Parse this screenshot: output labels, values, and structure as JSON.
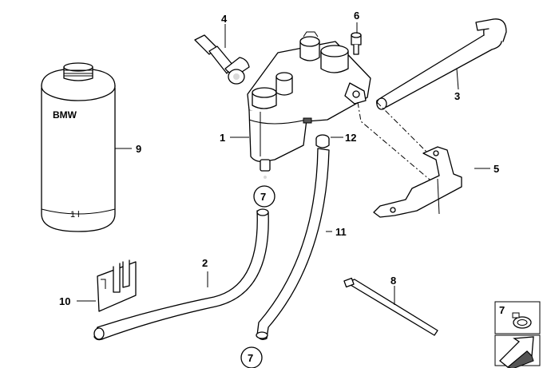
{
  "canister": {
    "brand": "BMW",
    "volume": "1 l"
  },
  "part_labels": [
    {
      "id": "label-4",
      "text": "4"
    },
    {
      "id": "label-6",
      "text": "6"
    },
    {
      "id": "label-3",
      "text": "3"
    },
    {
      "id": "label-1",
      "text": "1"
    },
    {
      "id": "label-12",
      "text": "12"
    },
    {
      "id": "label-9",
      "text": "9"
    },
    {
      "id": "label-5",
      "text": "5"
    },
    {
      "id": "label-11",
      "text": "11"
    },
    {
      "id": "label-2",
      "text": "2"
    },
    {
      "id": "label-8",
      "text": "8"
    },
    {
      "id": "label-10",
      "text": "10"
    }
  ],
  "circle_refs": [
    {
      "id": "circle-7-top",
      "text": "7"
    },
    {
      "id": "circle-7-bottom",
      "text": "7"
    }
  ],
  "legend": {
    "item_number": "7"
  }
}
